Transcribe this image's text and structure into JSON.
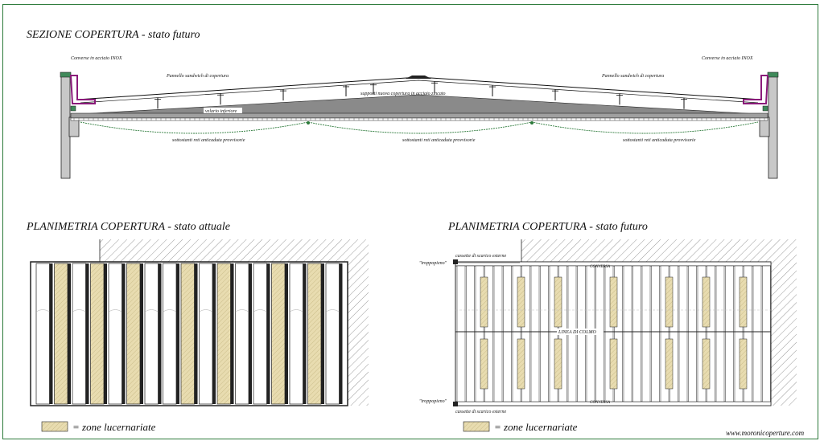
{
  "section": {
    "title": "SEZIONE COPERTURA - stato futuro",
    "label_gutter_left": "Converse in acciaio INOX",
    "label_gutter_right": "Converse in acciaio INOX",
    "label_panel_left": "Pannello sandwich di copertura",
    "label_panel_right": "Pannello sandwich di copertura",
    "label_supports": "supporti nuova copertura in acciaio zincato",
    "label_velario": "velario inferiore",
    "label_nets_1": "sottostanti reti anticaduta provvisorie",
    "label_nets_2": "sottostanti reti anticaduta provvisorie",
    "label_nets_3": "sottostanti reti anticaduta provvisorie"
  },
  "plan_current": {
    "title": "PLANIMETRIA COPERTURA - stato attuale",
    "legend": "= zone lucernariate"
  },
  "plan_future": {
    "title": "PLANIMETRIA COPERTURA - stato futuro",
    "label_cassette_top": "cassette di scarico esterne",
    "label_cassette_bottom": "cassette di scarico esterne",
    "label_troppopieno_top": "\"troppopieno\"",
    "label_troppopieno_bottom": "\"troppopieno\"",
    "label_conversa_top": "CONVERSA",
    "label_conversa_bottom": "CONVERSA",
    "label_colmo": "LINEA DI COLMO",
    "legend": "= zone lucernariate"
  },
  "footer": {
    "website": "www.moronicoperture.com"
  },
  "colors": {
    "frame": "#2c7a3a",
    "skylight": "#e8dcb0",
    "gutter": "#8a1a7a",
    "nets": "#2c7a3a",
    "cap": "#3f8a5a"
  }
}
